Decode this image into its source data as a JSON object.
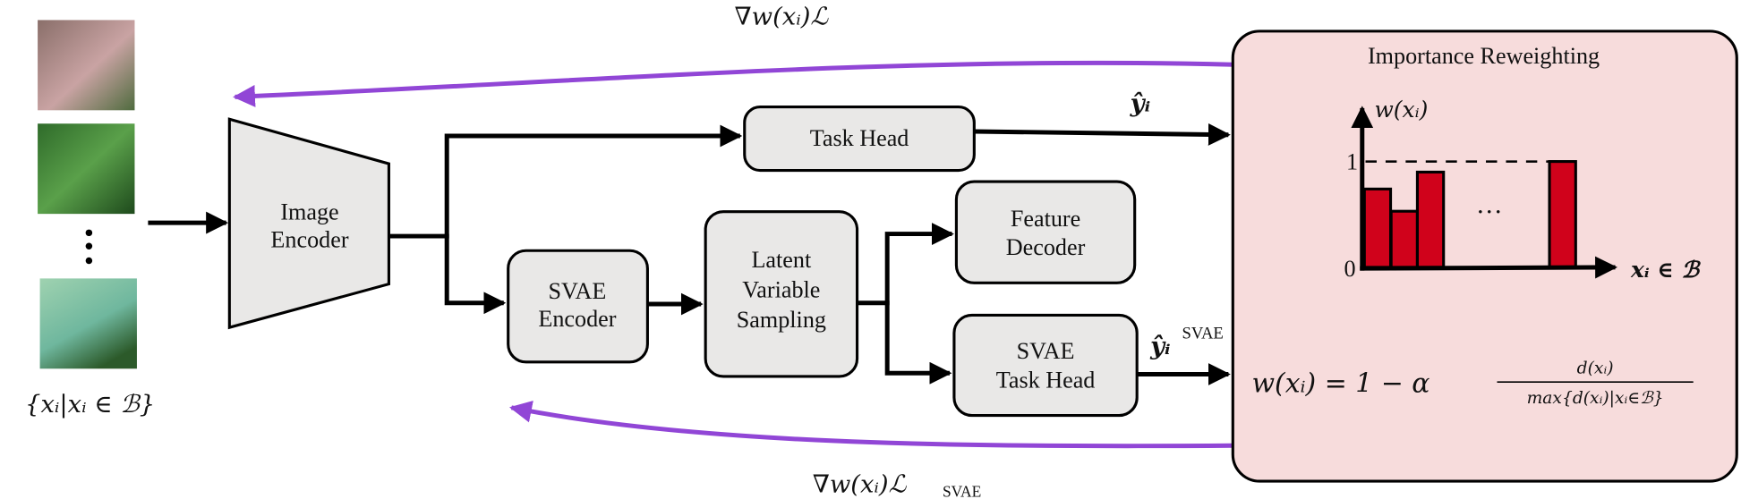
{
  "inputs": {
    "set_label": "{xᵢ|xᵢ ∈ ℬ}",
    "images": [
      {
        "kind": "urban",
        "colors": [
          "#8a6f6a",
          "#c9a3a3",
          "#4f6b3e"
        ]
      },
      {
        "kind": "forest",
        "colors": [
          "#2f6b2a",
          "#5aa04a",
          "#1e4a1c"
        ]
      },
      {
        "kind": "water",
        "colors": [
          "#9fd2b0",
          "#6fb79e",
          "#2c5a2a"
        ]
      }
    ]
  },
  "blocks": {
    "image_encoder": [
      "Image",
      "Encoder"
    ],
    "task_head": "Task Head",
    "svae_encoder": [
      "SVAE",
      "Encoder"
    ],
    "latent_sampling": [
      "Latent",
      "Variable",
      "Sampling"
    ],
    "feature_decoder": [
      "Feature",
      "Decoder"
    ],
    "svae_task_head": [
      "SVAE",
      "Task Head"
    ]
  },
  "outputs": {
    "y_hat": "ŷᵢ",
    "y_hat_svae": "ŷᵢ",
    "y_hat_svae_sup": "SVAE"
  },
  "gradients": {
    "top": "∇w(xᵢ)ℒ",
    "bottom": "∇w(xᵢ)ℒ",
    "bottom_sub": "SVAE"
  },
  "reweighting": {
    "title": "Importance Reweighting",
    "y_label": "w(xᵢ)",
    "x_label": "xᵢ ∈ ℬ",
    "tick_one": "1",
    "tick_zero": "0",
    "ellipsis": "···",
    "bar_values": [
      0.74,
      0.53,
      0.9,
      1.0
    ],
    "bar_color": "#d0021b",
    "panel_color": "#f7dcdc",
    "formula_lhs": "w(xᵢ) = 1 − α",
    "formula_num": "d(xᵢ)",
    "formula_den": "max{d(xᵢ)|xᵢ∈ℬ}"
  },
  "colors": {
    "gradient_arrow": "#9146d6",
    "block_fill": "#e9e8e7"
  }
}
